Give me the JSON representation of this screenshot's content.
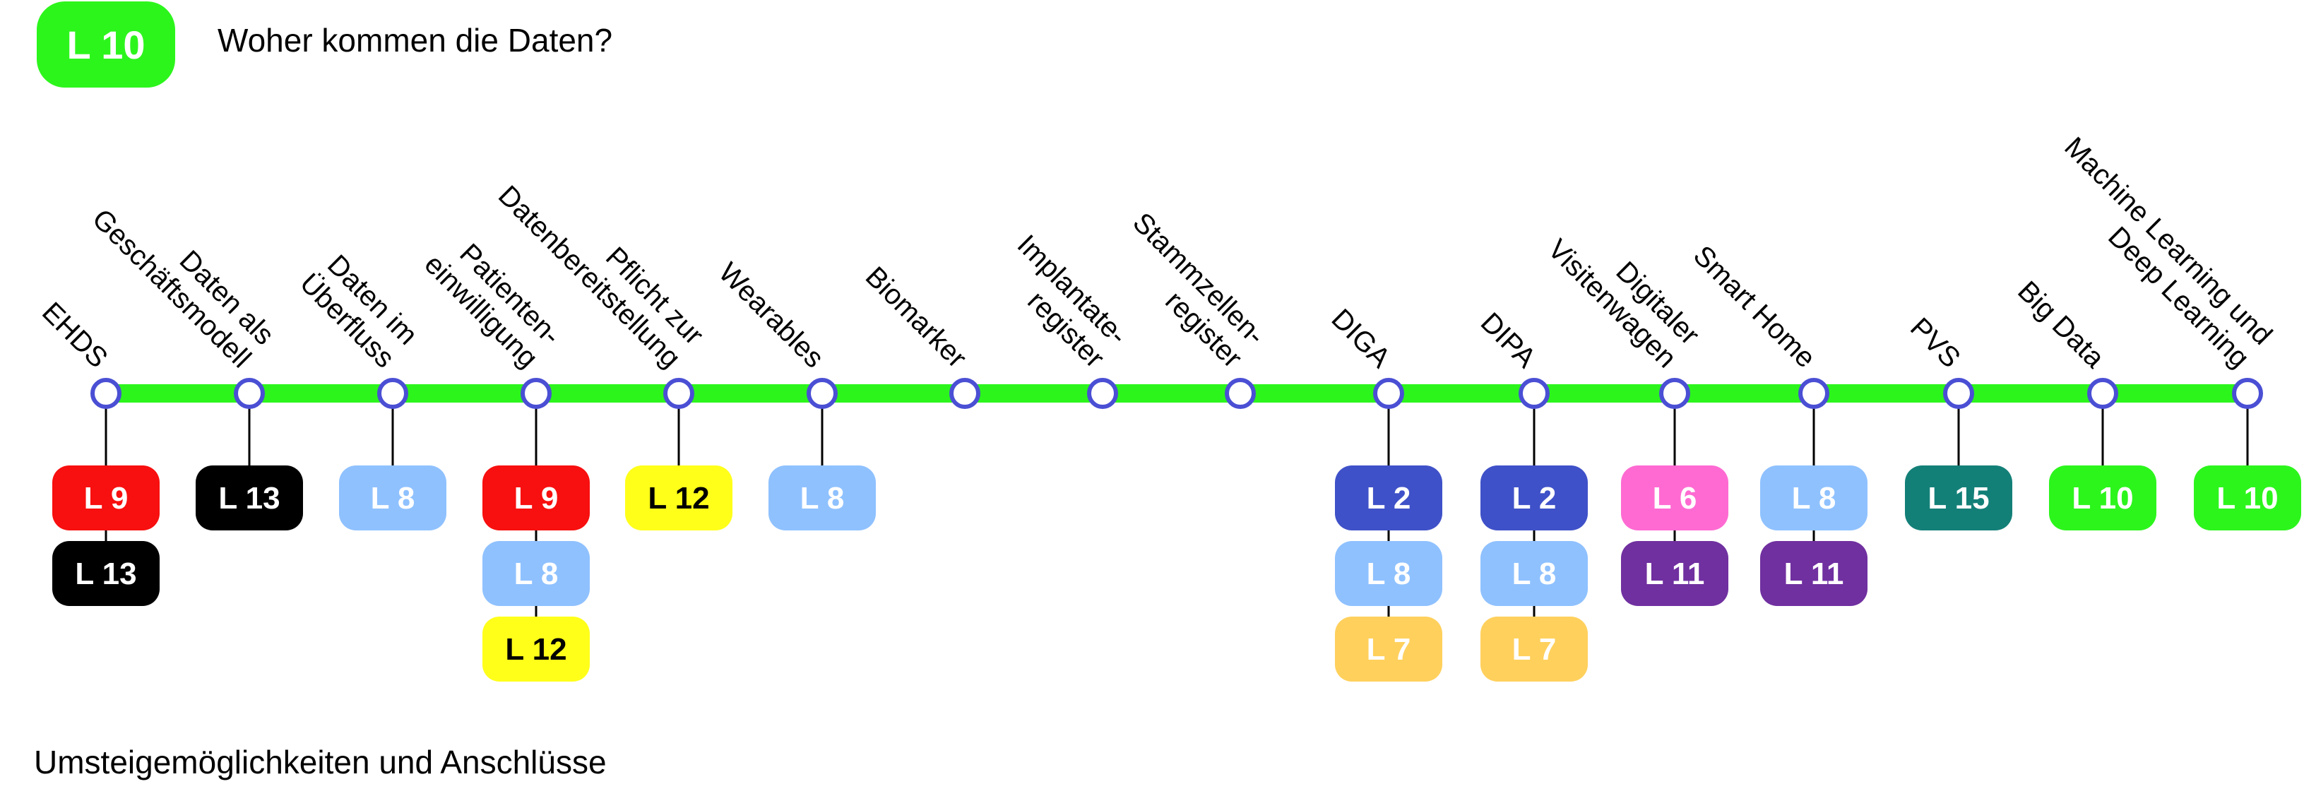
{
  "header": {
    "line_badge": "L 10",
    "title": "Woher kommen die Daten?"
  },
  "footer": {
    "text": "Umsteigemöglichkeiten und Anschlüsse"
  },
  "colors": {
    "main_line": "#2cf51c",
    "stop_ring": "#4a4fd4",
    "stop_fill": "#ffffff",
    "connector": "#000000"
  },
  "line_colors": {
    "L 2": {
      "bg": "#3f51c8",
      "fg": "#ffffff"
    },
    "L 6": {
      "bg": "#ff6ad2",
      "fg": "#ffffff"
    },
    "L 7": {
      "bg": "#ffd05c",
      "fg": "#ffffff"
    },
    "L 8": {
      "bg": "#8fc1ff",
      "fg": "#ffffff"
    },
    "L 9": {
      "bg": "#f80f0f",
      "fg": "#ffffff"
    },
    "L 10": {
      "bg": "#2cf51c",
      "fg": "#ffffff"
    },
    "L 11": {
      "bg": "#7030a0",
      "fg": "#ffffff"
    },
    "L 12": {
      "bg": "#ffff1a",
      "fg": "#000000"
    },
    "L 13": {
      "bg": "#000000",
      "fg": "#ffffff"
    },
    "L 15": {
      "bg": "#138078",
      "fg": "#ffffff"
    }
  },
  "stops": [
    {
      "label": [
        "EHDS"
      ],
      "connections": [
        "L 9",
        "L 13"
      ]
    },
    {
      "label": [
        "Daten als",
        "Geschäftsmodell"
      ],
      "connections": [
        "L 13"
      ]
    },
    {
      "label": [
        "Daten im",
        "Überfluss"
      ],
      "connections": [
        "L 8"
      ]
    },
    {
      "label": [
        "Patienten-",
        "einwilligung"
      ],
      "connections": [
        "L 9",
        "L 8",
        "L 12"
      ]
    },
    {
      "label": [
        "Pflicht zur",
        "Datenbereitstellung"
      ],
      "connections": [
        "L 12"
      ]
    },
    {
      "label": [
        "Wearables"
      ],
      "connections": [
        "L 8"
      ]
    },
    {
      "label": [
        "Biomarker"
      ],
      "connections": []
    },
    {
      "label": [
        "Implantate-",
        "register"
      ],
      "connections": []
    },
    {
      "label": [
        "Stammzellen-",
        "register"
      ],
      "connections": []
    },
    {
      "label": [
        "DIGA"
      ],
      "connections": [
        "L 2",
        "L 8",
        "L 7"
      ]
    },
    {
      "label": [
        "DIPA"
      ],
      "connections": [
        "L 2",
        "L 8",
        "L 7"
      ]
    },
    {
      "label": [
        "Digitaler",
        "Visitenwagen"
      ],
      "connections": [
        "L 6",
        "L 11"
      ]
    },
    {
      "label": [
        "Smart Home"
      ],
      "connections": [
        "L 8",
        "L 11"
      ]
    },
    {
      "label": [
        "PVS"
      ],
      "connections": [
        "L 15"
      ]
    },
    {
      "label": [
        "Big Data"
      ],
      "connections": [
        "L 10"
      ]
    },
    {
      "label": [
        "Machine Learning und",
        "Deep Learning"
      ],
      "connections": [
        "L 10"
      ]
    }
  ]
}
